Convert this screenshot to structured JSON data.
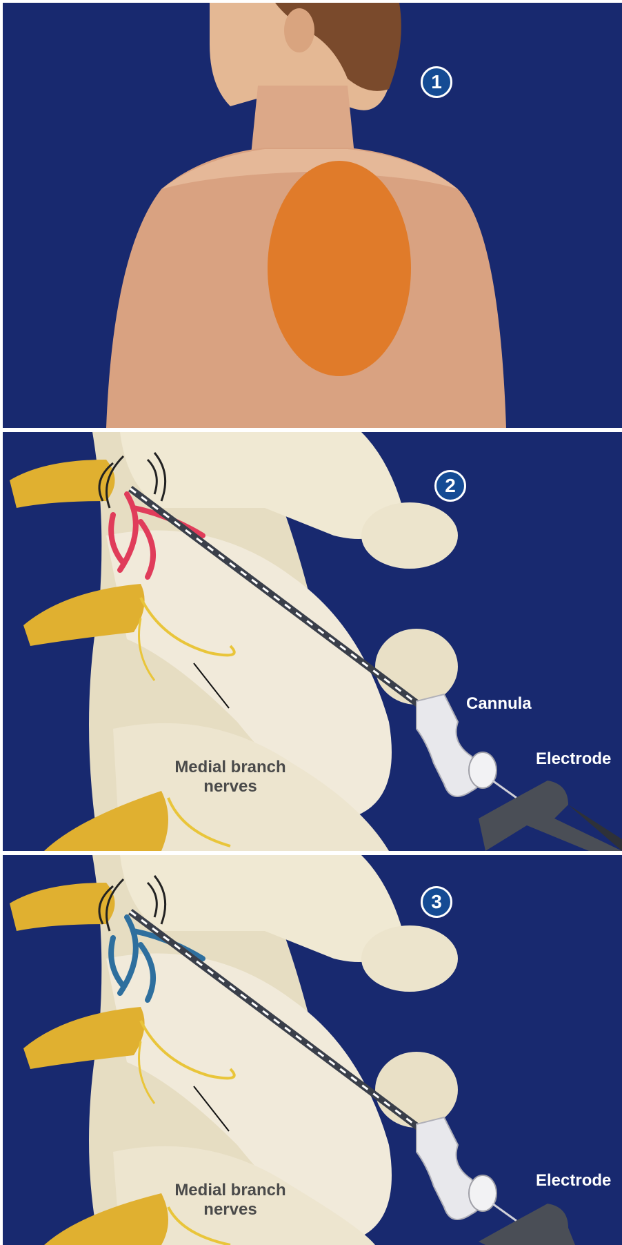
{
  "panel1": {
    "step": "1"
  },
  "panel2": {
    "step": "2",
    "nerve_label_line1": "Medial branch",
    "nerve_label_line2": "nerves",
    "cannula_label": "Cannula",
    "electrode_label": "Electrode"
  },
  "panel3": {
    "step": "3",
    "nerve_label_line1": "Medial branch",
    "nerve_label_line2": "nerves",
    "electrode_label": "Electrode"
  },
  "colors": {
    "background": "#18296f",
    "pain_area": "#e07b2a",
    "nerve_active": "#e03c5a",
    "nerve_ablated": "#2e6f9e",
    "bone": "#efe7cf",
    "nerve_root": "#e0b030"
  }
}
